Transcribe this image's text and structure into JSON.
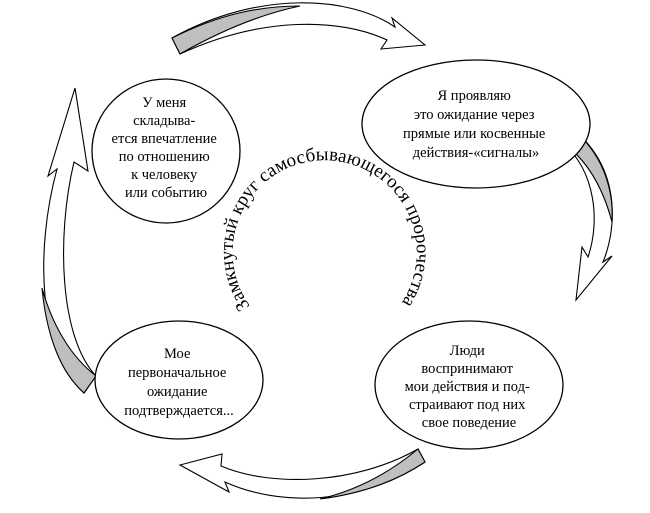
{
  "cycle_title": "Замкнутый круг самосбывающегося пророчества",
  "nodes": {
    "top_left": {
      "lines": [
        "У меня",
        "складыва-",
        "ется впечатление",
        "по отношению",
        "к человеку",
        "или событию"
      ]
    },
    "top_right": {
      "lines": [
        "Я проявляю",
        "это ожидание через",
        "прямые или косвенные",
        "действия-«сигналы»"
      ]
    },
    "bottom_right": {
      "lines": [
        "Люди",
        "воспринимают",
        "мои действия и под-",
        "страивают под них",
        "свое поведение"
      ]
    },
    "bottom_left": {
      "lines": [
        "Мое",
        "первоначальное",
        "ожидание",
        "подтверждается..."
      ]
    }
  },
  "colors": {
    "arrow_shade": "#bfbfbf",
    "outline": "#000000"
  }
}
